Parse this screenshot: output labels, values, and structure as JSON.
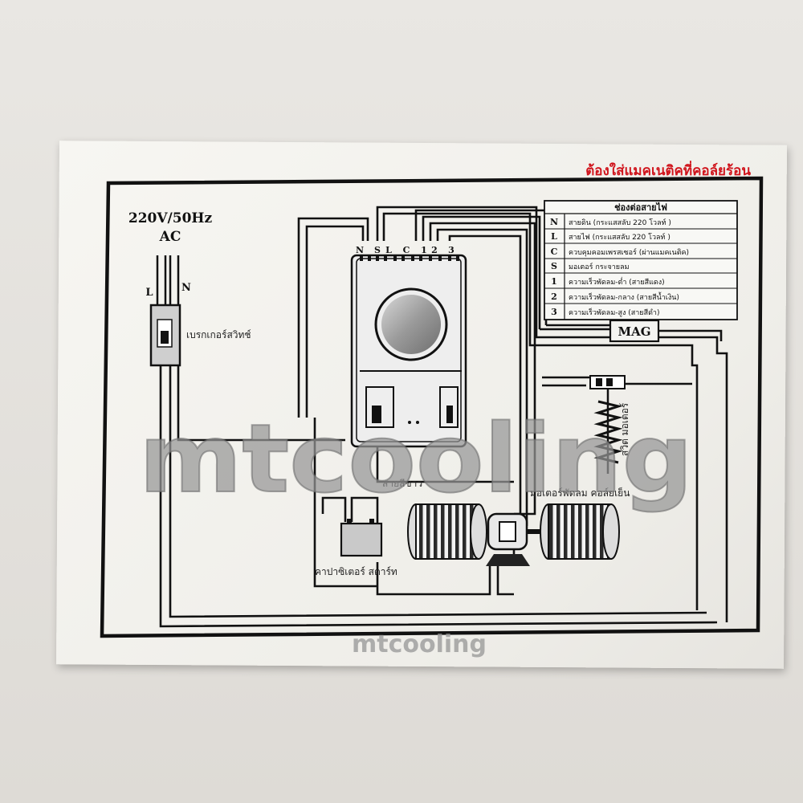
{
  "warning": "ต้องใส่แมคเนติคที่คอล์ยร้อน",
  "power": {
    "voltage": "220V/50Hz",
    "type": "AC",
    "line_label": "L",
    "neutral_label": "N"
  },
  "breaker_label": "เบรกเกอร์สวิทช์",
  "thermostat": {
    "terminals": [
      "N",
      "S",
      "L",
      "C",
      "1",
      "2",
      "3"
    ]
  },
  "legend": {
    "title": "ช่องต่อสายไฟ",
    "rows": [
      {
        "key": "N",
        "text": "สายดิน   (กระแสสลับ 220 โวลท์ )"
      },
      {
        "key": "L",
        "text": "สายไฟ   (กระแสสลับ 220 โวลท์ )"
      },
      {
        "key": "C",
        "text": "ควบคุมคอมเพรสเซอร์ (ผ่านแมคเนติค)"
      },
      {
        "key": "S",
        "text": "มอเตอร์ กระจายลม"
      },
      {
        "key": "1",
        "text": "ความเร็วพัดลม-ต่ำ   (สายสีแดง)"
      },
      {
        "key": "2",
        "text": "ความเร็วพัดลม-กลาง (สายสีน้ำเงิน)"
      },
      {
        "key": "3",
        "text": "ความเร็วพัดลม-สูง   (สายสีดำ)"
      }
    ]
  },
  "mag_label": "MAG",
  "motor_switch_label": "สวิต มอเตอร์",
  "white_wire_label": "สายสีขาว",
  "fan_motor_label": "มอเตอร์พัดลม คอล์ยเย็น",
  "capacitor_label": "คาปาซิเตอร์ สตาร์ท",
  "watermark": {
    "large": "mtcooling",
    "small": "mtcooling"
  },
  "colors": {
    "warning": "#d0141c",
    "line": "#111111"
  }
}
